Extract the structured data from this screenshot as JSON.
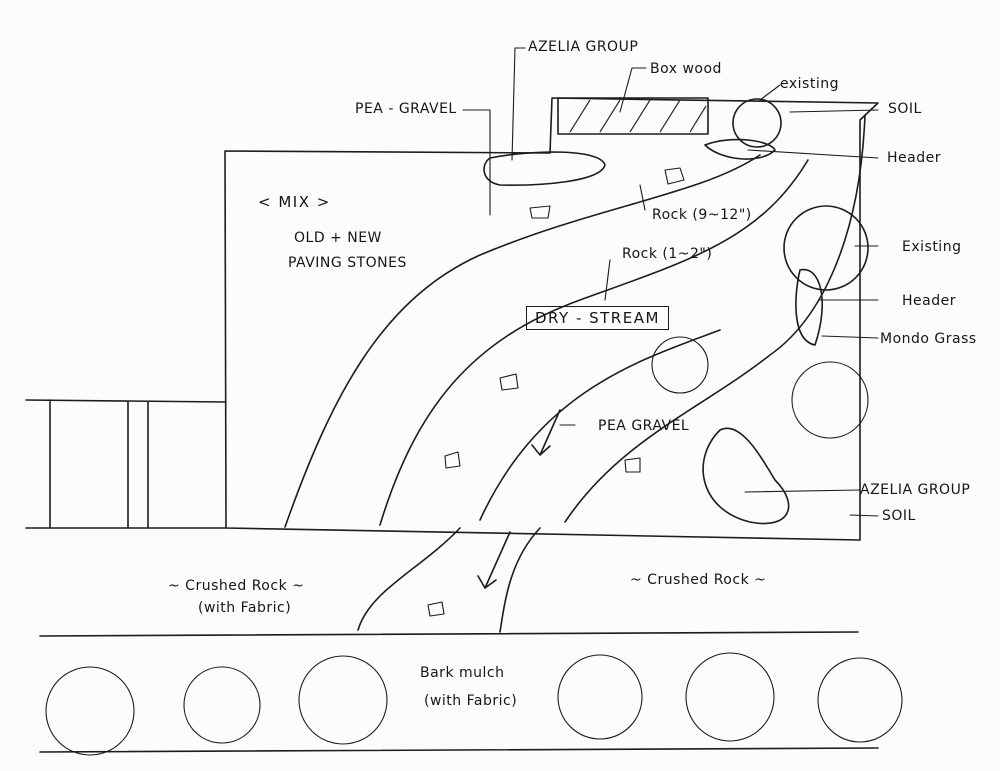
{
  "labels": {
    "azelia_top": "AZELIA GROUP",
    "boxwood": "Box wood",
    "existing_top": "existing",
    "pea_gravel_top": "PEA - GRAVEL",
    "soil_top": "SOIL",
    "header_top": "Header",
    "mix": "< MIX >",
    "paving_line1": "OLD + NEW",
    "paving_line2": "PAVING STONES",
    "rock_small": "Rock (9~12\")",
    "rock_large": "Rock (1~2\")",
    "existing_mid": "Existing",
    "header_mid": "Header",
    "dry_stream": "DRY - STREAM",
    "mondo_grass": "Mondo Grass",
    "pea_gravel_mid": "PEA GRAVEL",
    "azelia_bottom": "AZELIA GROUP",
    "soil_bottom": "SOIL",
    "crushed_left_1": "~ Crushed Rock ~",
    "crushed_left_2": "(with Fabric)",
    "crushed_right": "~ Crushed Rock ~",
    "bark_1": "Bark mulch",
    "bark_2": "(with Fabric)"
  }
}
